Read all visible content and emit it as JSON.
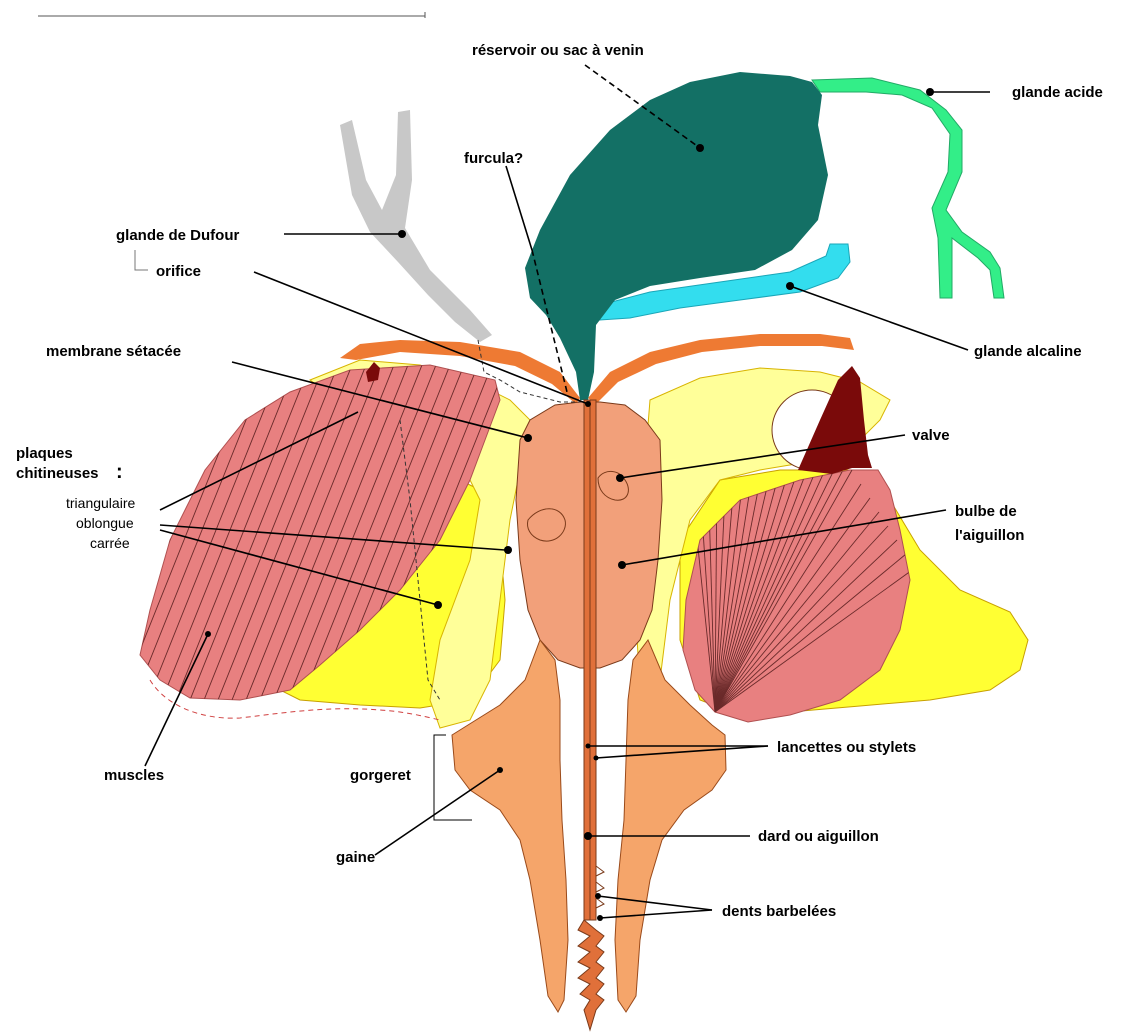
{
  "labels": {
    "reservoir": "réservoir ou sac à venin",
    "glande_acide": "glande acide",
    "furcula": "furcula?",
    "glande_dufour": "glande de Dufour",
    "orifice": "orifice",
    "glande_alcaline": "glande alcaline",
    "membrane": "membrane sétacée",
    "valve": "valve",
    "plaques_1": "plaques",
    "plaques_2": "chitineuses",
    "plaques_colon": ":",
    "triangulaire": "triangulaire",
    "oblongue": "oblongue",
    "carree": "carrée",
    "bulbe_1": "bulbe de",
    "bulbe_2": "l'aiguillon",
    "lancettes": "lancettes ou stylets",
    "muscles": "muscles",
    "gorgeret": "gorgeret",
    "dard": "dard ou aiguillon",
    "gaine": "gaine",
    "dents": "dents barbelées"
  },
  "colors": {
    "venom_sac": "#137065",
    "acid_gland": "#33ee88",
    "alkaline_gland": "#33ddee",
    "dufour_gland": "#c8c8c8",
    "muscle": "#e88080",
    "yellow_plate": "#ffff33",
    "pale_yellow": "#ffff99",
    "bulb": "#f2a07a",
    "sheath": "#f5a56a",
    "orange_arc": "#ee7a33",
    "valve_dark": "#7a0a0a",
    "stylet": "#e0703a"
  }
}
